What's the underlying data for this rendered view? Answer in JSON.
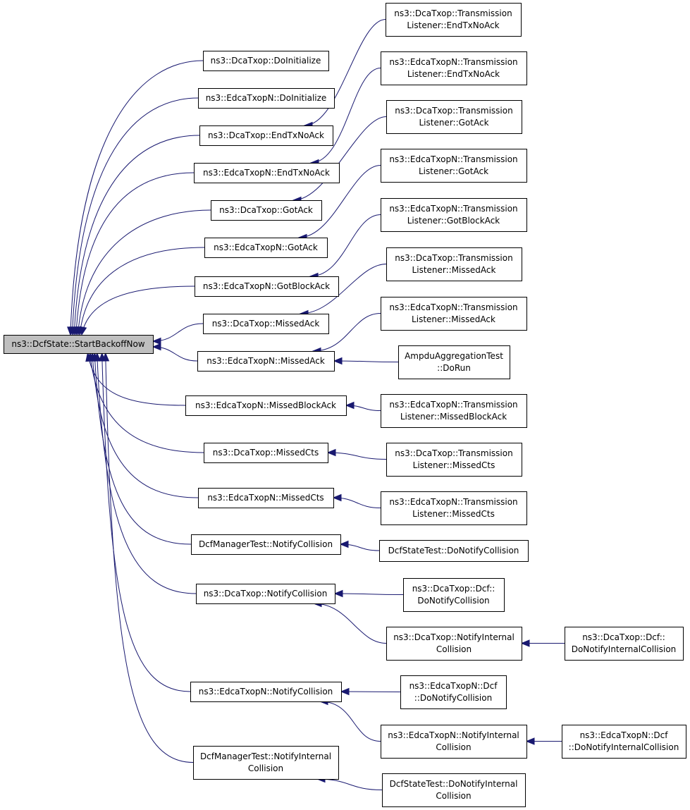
{
  "colors": {
    "edge": "#191970",
    "root_fill": "#bfbfbf",
    "node_fill": "#ffffff",
    "node_stroke": "#000000"
  },
  "nodes": [
    {
      "id": "root",
      "lines": [
        "ns3::DcfState::StartBackoffNow"
      ]
    },
    {
      "id": "dca_doinit",
      "lines": [
        "ns3::DcaTxop::DoInitialize"
      ]
    },
    {
      "id": "edca_doinit",
      "lines": [
        "ns3::EdcaTxopN::DoInitialize"
      ]
    },
    {
      "id": "dca_endtx",
      "lines": [
        "ns3::DcaTxop::EndTxNoAck"
      ]
    },
    {
      "id": "edca_endtx",
      "lines": [
        "ns3::EdcaTxopN::EndTxNoAck"
      ]
    },
    {
      "id": "dca_gotack",
      "lines": [
        "ns3::DcaTxop::GotAck"
      ]
    },
    {
      "id": "edca_gotack",
      "lines": [
        "ns3::EdcaTxopN::GotAck"
      ]
    },
    {
      "id": "edca_gotblock",
      "lines": [
        "ns3::EdcaTxopN::GotBlockAck"
      ]
    },
    {
      "id": "dca_missedack",
      "lines": [
        "ns3::DcaTxop::MissedAck"
      ]
    },
    {
      "id": "edca_missedack",
      "lines": [
        "ns3::EdcaTxopN::MissedAck"
      ]
    },
    {
      "id": "edca_missedblock",
      "lines": [
        "ns3::EdcaTxopN::MissedBlockAck"
      ]
    },
    {
      "id": "dca_missedcts",
      "lines": [
        "ns3::DcaTxop::MissedCts"
      ]
    },
    {
      "id": "edca_missedcts",
      "lines": [
        "ns3::EdcaTxopN::MissedCts"
      ]
    },
    {
      "id": "dcfmgr_notify",
      "lines": [
        "DcfManagerTest::NotifyCollision"
      ]
    },
    {
      "id": "dca_notify",
      "lines": [
        "ns3::DcaTxop::NotifyCollision"
      ]
    },
    {
      "id": "edca_notify",
      "lines": [
        "ns3::EdcaTxopN::NotifyCollision"
      ]
    },
    {
      "id": "dcfmgr_notifyint",
      "lines": [
        "DcfManagerTest::NotifyInternal",
        "Collision"
      ]
    },
    {
      "id": "tl_dca_endtx",
      "lines": [
        "ns3::DcaTxop::Transmission",
        "Listener::EndTxNoAck"
      ]
    },
    {
      "id": "tl_edca_endtx",
      "lines": [
        "ns3::EdcaTxopN::Transmission",
        "Listener::EndTxNoAck"
      ]
    },
    {
      "id": "tl_dca_gotack",
      "lines": [
        "ns3::DcaTxop::Transmission",
        "Listener::GotAck"
      ]
    },
    {
      "id": "tl_edca_gotack",
      "lines": [
        "ns3::EdcaTxopN::Transmission",
        "Listener::GotAck"
      ]
    },
    {
      "id": "tl_edca_gotblock",
      "lines": [
        "ns3::EdcaTxopN::Transmission",
        "Listener::GotBlockAck"
      ]
    },
    {
      "id": "tl_dca_missedack",
      "lines": [
        "ns3::DcaTxop::Transmission",
        "Listener::MissedAck"
      ]
    },
    {
      "id": "tl_edca_missedack",
      "lines": [
        "ns3::EdcaTxopN::Transmission",
        "Listener::MissedAck"
      ]
    },
    {
      "id": "ampdu_dorun",
      "lines": [
        "AmpduAggregationTest",
        "::DoRun"
      ]
    },
    {
      "id": "tl_edca_missedblock",
      "lines": [
        "ns3::EdcaTxopN::Transmission",
        "Listener::MissedBlockAck"
      ]
    },
    {
      "id": "tl_dca_missedcts",
      "lines": [
        "ns3::DcaTxop::Transmission",
        "Listener::MissedCts"
      ]
    },
    {
      "id": "tl_edca_missedcts",
      "lines": [
        "ns3::EdcaTxopN::Transmission",
        "Listener::MissedCts"
      ]
    },
    {
      "id": "dcfstate_donotify",
      "lines": [
        "DcfStateTest::DoNotifyCollision"
      ]
    },
    {
      "id": "dca_dcf_donotify",
      "lines": [
        "ns3::DcaTxop::Dcf::",
        "DoNotifyCollision"
      ]
    },
    {
      "id": "dca_notifyint",
      "lines": [
        "ns3::DcaTxop::NotifyInternal",
        "Collision"
      ]
    },
    {
      "id": "dca_dcf_donotifyint",
      "lines": [
        "ns3::DcaTxop::Dcf::",
        "DoNotifyInternalCollision"
      ]
    },
    {
      "id": "edca_dcf_donotify",
      "lines": [
        "ns3::EdcaTxopN::Dcf",
        "::DoNotifyCollision"
      ]
    },
    {
      "id": "edca_notifyint",
      "lines": [
        "ns3::EdcaTxopN::NotifyInternal",
        "Collision"
      ]
    },
    {
      "id": "edca_dcf_donotifyint",
      "lines": [
        "ns3::EdcaTxopN::Dcf",
        "::DoNotifyInternalCollision"
      ]
    },
    {
      "id": "dcfstate_donotifyint",
      "lines": [
        "DcfStateTest::DoNotifyInternal",
        "Collision"
      ]
    }
  ],
  "edges": [
    {
      "from": "dca_doinit",
      "to": "root"
    },
    {
      "from": "edca_doinit",
      "to": "root"
    },
    {
      "from": "dca_endtx",
      "to": "root"
    },
    {
      "from": "edca_endtx",
      "to": "root"
    },
    {
      "from": "dca_gotack",
      "to": "root"
    },
    {
      "from": "edca_gotack",
      "to": "root"
    },
    {
      "from": "edca_gotblock",
      "to": "root"
    },
    {
      "from": "dca_missedack",
      "to": "root"
    },
    {
      "from": "edca_missedack",
      "to": "root"
    },
    {
      "from": "edca_missedblock",
      "to": "root"
    },
    {
      "from": "dca_missedcts",
      "to": "root"
    },
    {
      "from": "edca_missedcts",
      "to": "root"
    },
    {
      "from": "dcfmgr_notify",
      "to": "root"
    },
    {
      "from": "dca_notify",
      "to": "root"
    },
    {
      "from": "edca_notify",
      "to": "root"
    },
    {
      "from": "dcfmgr_notifyint",
      "to": "root"
    },
    {
      "from": "tl_dca_endtx",
      "to": "dca_endtx"
    },
    {
      "from": "tl_edca_endtx",
      "to": "edca_endtx"
    },
    {
      "from": "tl_dca_gotack",
      "to": "dca_gotack"
    },
    {
      "from": "tl_edca_gotack",
      "to": "edca_gotack"
    },
    {
      "from": "tl_edca_gotblock",
      "to": "edca_gotblock"
    },
    {
      "from": "tl_dca_missedack",
      "to": "dca_missedack"
    },
    {
      "from": "tl_edca_missedack",
      "to": "edca_missedack"
    },
    {
      "from": "ampdu_dorun",
      "to": "edca_missedack"
    },
    {
      "from": "tl_edca_missedblock",
      "to": "edca_missedblock"
    },
    {
      "from": "tl_dca_missedcts",
      "to": "dca_missedcts"
    },
    {
      "from": "tl_edca_missedcts",
      "to": "edca_missedcts"
    },
    {
      "from": "dcfstate_donotify",
      "to": "dcfmgr_notify"
    },
    {
      "from": "dca_dcf_donotify",
      "to": "dca_notify"
    },
    {
      "from": "dca_notifyint",
      "to": "dca_notify"
    },
    {
      "from": "dca_dcf_donotifyint",
      "to": "dca_notifyint"
    },
    {
      "from": "edca_dcf_donotify",
      "to": "edca_notify"
    },
    {
      "from": "edca_notifyint",
      "to": "edca_notify"
    },
    {
      "from": "edca_dcf_donotifyint",
      "to": "edca_notifyint"
    },
    {
      "from": "dcfstate_donotifyint",
      "to": "dcfmgr_notifyint"
    }
  ]
}
